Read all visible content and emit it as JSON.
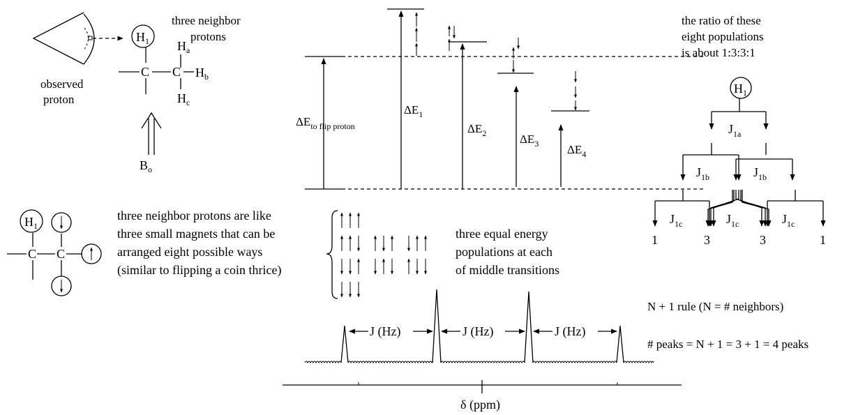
{
  "top_left": {
    "observer_label_1": "observed",
    "observer_label_2": "proton",
    "neighbor_label_1": "three neighbor",
    "neighbor_label_2": "protons",
    "H1": {
      "main": "H",
      "sub": "1"
    },
    "Ha": {
      "main": "H",
      "sub": "a"
    },
    "Hb": {
      "main": "H",
      "sub": "b"
    },
    "Hc": {
      "main": "H",
      "sub": "c"
    },
    "carbon": "C",
    "field": {
      "main": "B",
      "sub": "o"
    }
  },
  "energy": {
    "dE_flip": {
      "main": "ΔE",
      "sub": "to flip proton"
    },
    "dE1": {
      "main": "ΔE",
      "sub": "1"
    },
    "dE2": {
      "main": "ΔE",
      "sub": "2"
    },
    "dE3": {
      "main": "ΔE",
      "sub": "3"
    },
    "dE4": {
      "main": "ΔE",
      "sub": "4"
    }
  },
  "magnets": {
    "line1": "three neighbor protons are like",
    "line2": "three small magnets that can be",
    "line3": "arranged eight possible ways",
    "line4": "(similar to flipping a coin thrice)",
    "pop_line1": "three equal energy",
    "pop_line2": "populations at each",
    "pop_line3": "of middle transitions"
  },
  "tree": {
    "ratio_line1": "the ratio of these",
    "ratio_line2": "eight populations",
    "ratio_line3": "is about  1:3:3:1",
    "J1a": {
      "main": "J",
      "sub": "1a"
    },
    "J1b": {
      "main": "J",
      "sub": "1b"
    },
    "J1c": {
      "main": "J",
      "sub": "1c"
    },
    "intensities": [
      "1",
      "3",
      "3",
      "1"
    ]
  },
  "spectrum": {
    "j_label": "J (Hz)",
    "axis_label": "δ (ppm)"
  },
  "rule": {
    "line1": "N + 1 rule (N = # neighbors)",
    "line2": "# peaks = N + 1 = 3 + 1 = 4 peaks"
  }
}
